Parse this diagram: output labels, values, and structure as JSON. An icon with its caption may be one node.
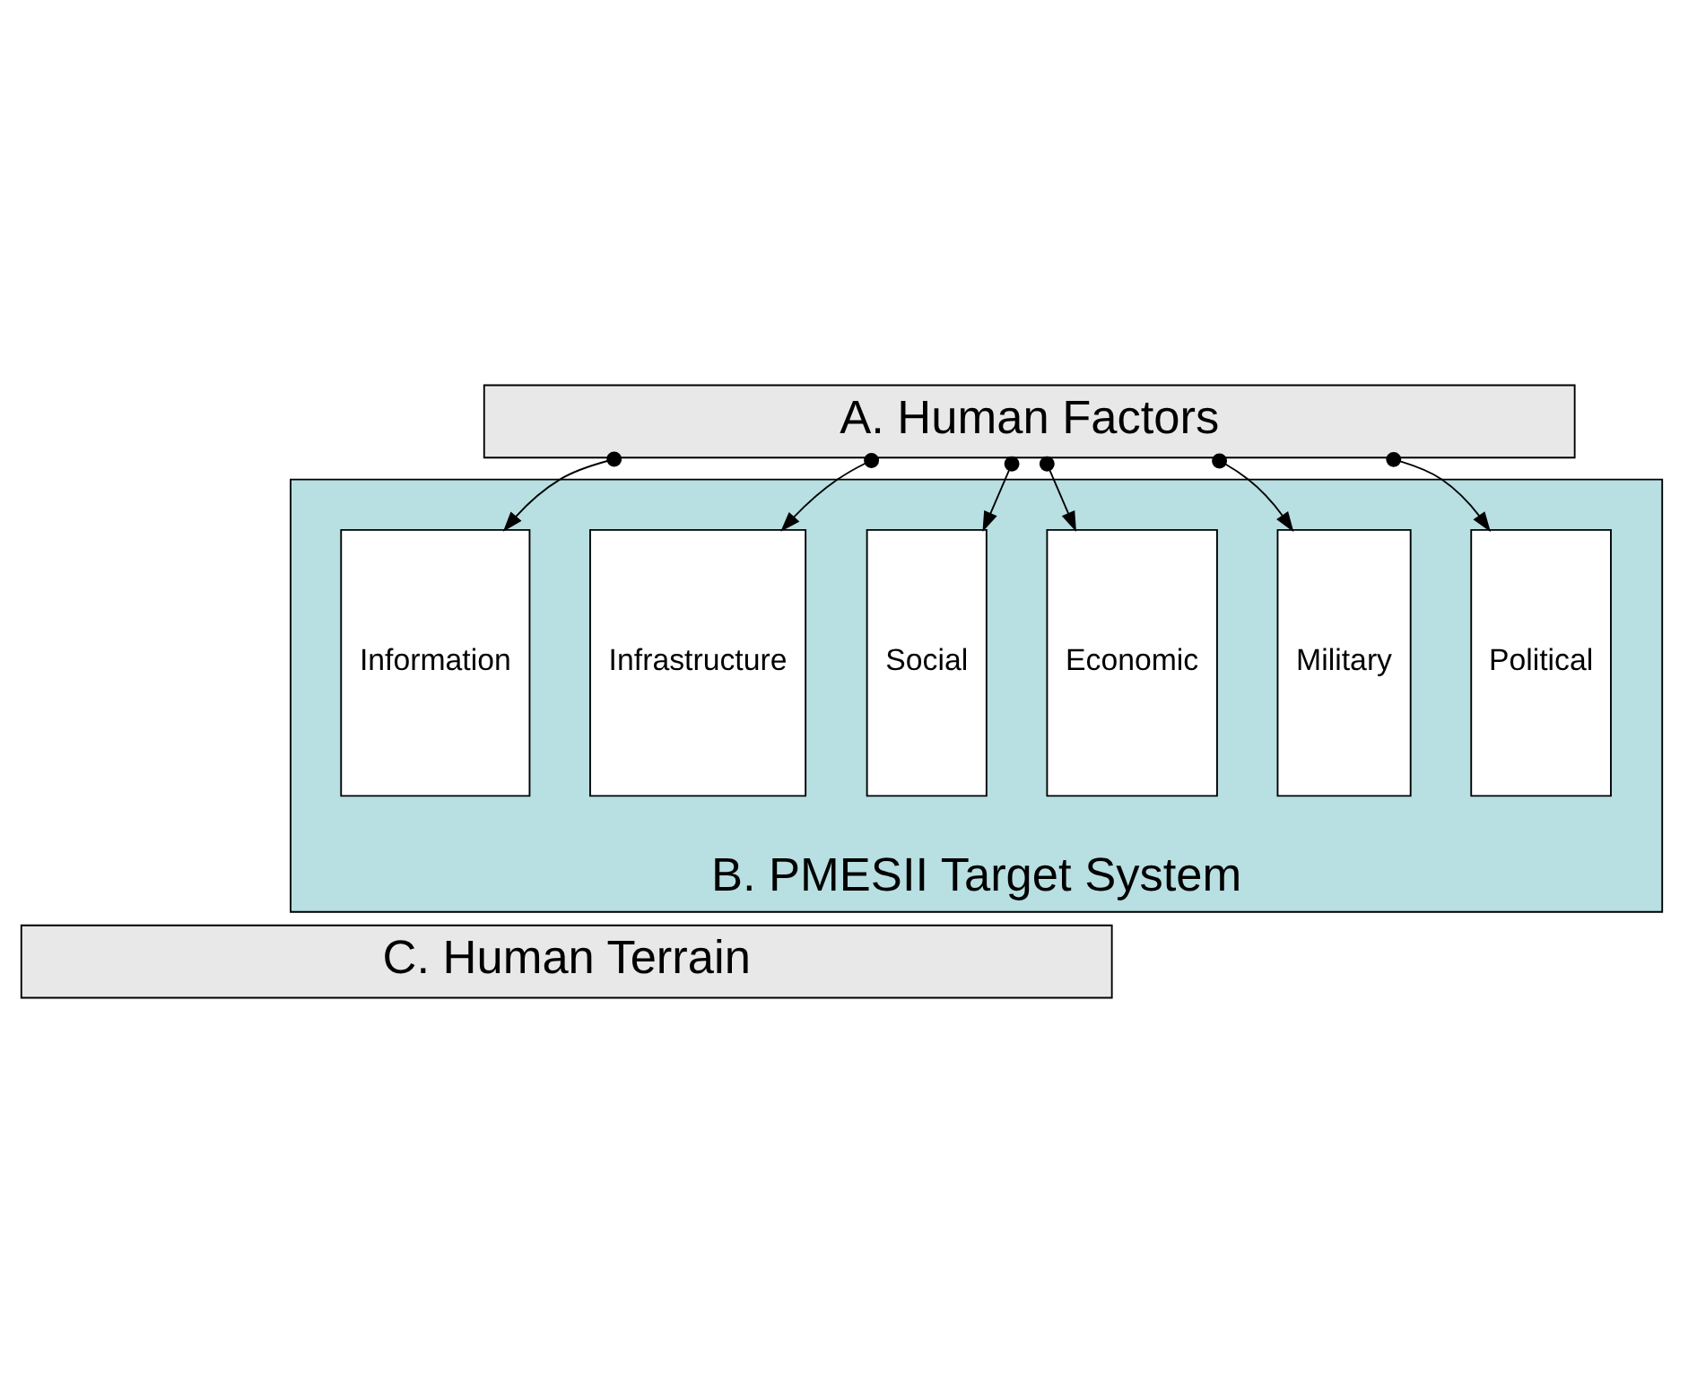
{
  "diagram": {
    "nodes": [
      {
        "text": [
          "A. Human Factors"
        ]
      },
      {
        "text": [
          "B. PMESII Target System"
        ]
      },
      {
        "text": [
          "Political"
        ],
        "in": 1
      },
      {
        "text": [
          "Military"
        ],
        "in": 1
      },
      {
        "text": [
          "Economic"
        ],
        "in": 1
      },
      {
        "text": [
          "Social"
        ],
        "in": 1
      },
      {
        "text": [
          "Infrastructure"
        ],
        "in": 1
      },
      {
        "text": [
          "Information"
        ],
        "in": 1
      },
      {
        "text": [
          "C. Human Terrain"
        ]
      }
    ],
    "edges": [
      {
        "from": 0,
        "to": 2,
        "arrow": "to"
      },
      {
        "from": 0,
        "to": 3,
        "arrow": "to"
      },
      {
        "from": 0,
        "to": 4,
        "arrow": "to"
      },
      {
        "from": 0,
        "to": 5,
        "arrow": "to"
      },
      {
        "from": 0,
        "to": 6,
        "arrow": "to"
      },
      {
        "from": 0,
        "to": 7,
        "arrow": "to"
      }
    ]
  }
}
